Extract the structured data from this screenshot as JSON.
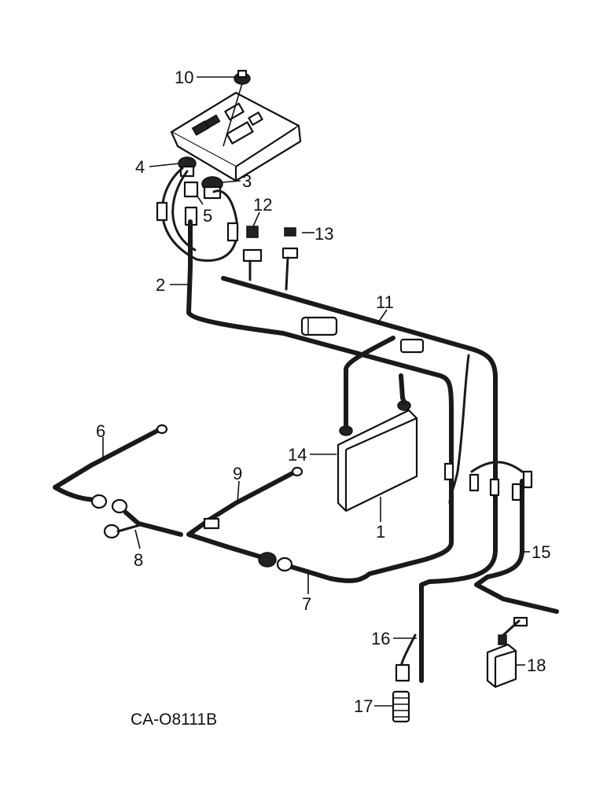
{
  "callouts": {
    "c1": "1",
    "c2": "2",
    "c3": "3",
    "c4": "4",
    "c5": "5",
    "c6": "6",
    "c7": "7",
    "c8": "8",
    "c9": "9",
    "c10": "10",
    "c11": "11",
    "c12": "12",
    "c13": "13",
    "c14": "14",
    "c15": "15",
    "c16": "16",
    "c17": "17",
    "c18": "18"
  },
  "drawing_code": "CA-O8111B"
}
